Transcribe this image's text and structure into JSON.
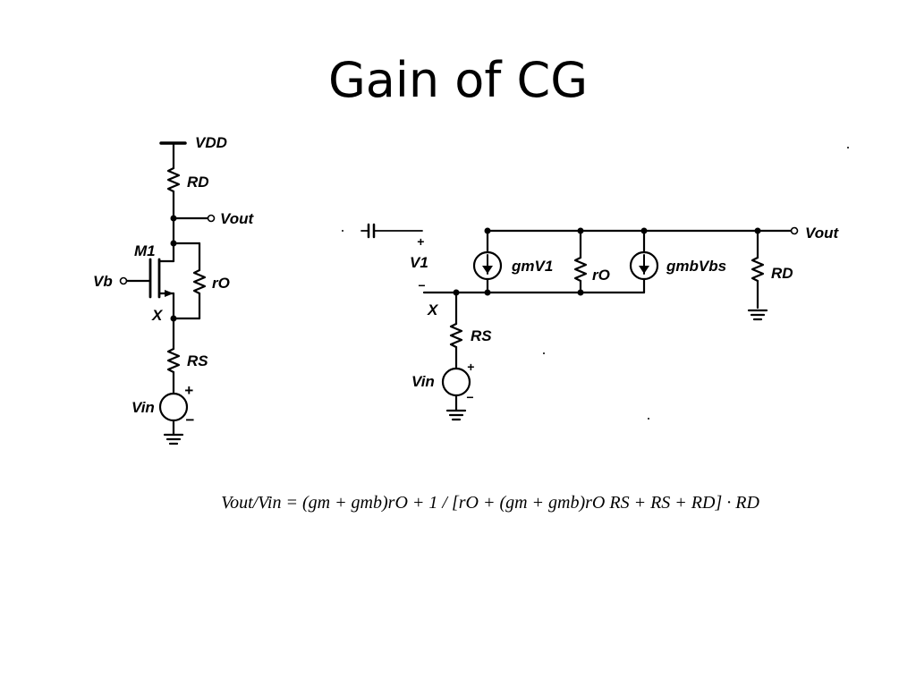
{
  "slide": {
    "title": "Gain of CG"
  },
  "left_circuit": {
    "vdd": "VDD",
    "rd": "RD",
    "vout": "Vout",
    "m1": "M1",
    "vb": "Vb",
    "ro": "rO",
    "x": "X",
    "rs": "RS",
    "vin": "Vin",
    "plus": "+",
    "minus": "−"
  },
  "right_circuit": {
    "v1": "V1",
    "plus": "+",
    "minus": "−",
    "gmv1": "gmV1",
    "ro": "rO",
    "gmbvbs": "gmbVbs",
    "rd": "RD",
    "vout": "Vout",
    "x": "X",
    "rs": "RS",
    "vin": "Vin"
  },
  "equation": {
    "text": "Vout/Vin = (gm + gmb)rO + 1 / [rO + (gm + gmb)rO RS + RS + RD] · RD",
    "lhs_num": "V",
    "lhs_num_sub": "out",
    "lhs_den": "V",
    "lhs_den_sub": "in",
    "equals": "=",
    "numerator": "(g",
    "numerator_parts": [
      "(g",
      "m",
      " + g",
      "mb",
      ")r",
      "O",
      " + 1"
    ],
    "denominator_parts": [
      "r",
      "O",
      " + (g",
      "m",
      " + g",
      "mb",
      ")r",
      "O",
      "R",
      "S",
      " + R",
      "S",
      " + R",
      "D"
    ],
    "rhs": "R",
    "rhs_sub": "D",
    "strike_color": "#d63a3a"
  }
}
